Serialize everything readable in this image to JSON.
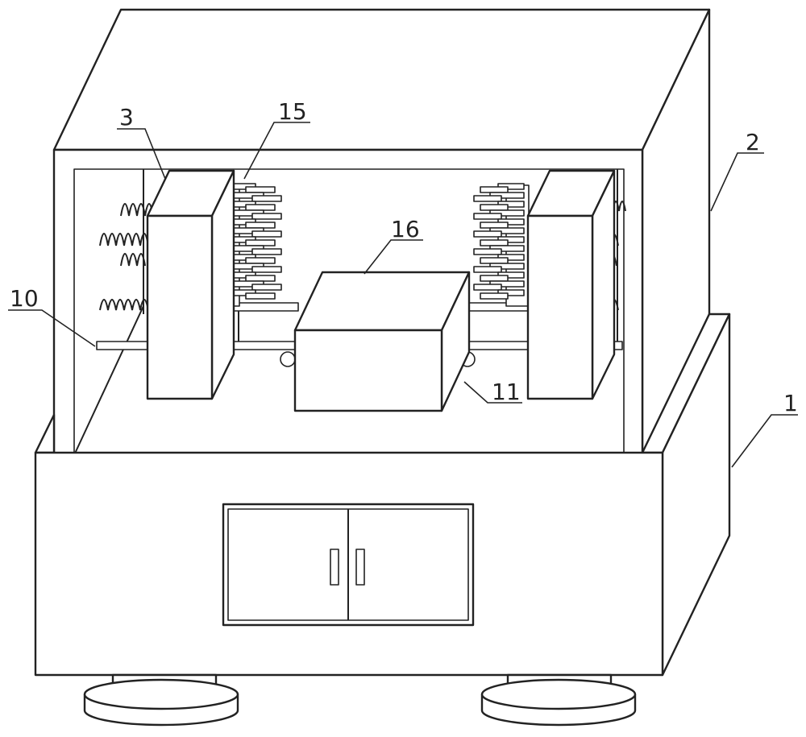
{
  "labels": {
    "base": "1",
    "cover": "2",
    "clamp_plate": "3",
    "rod": "10",
    "roller": "11",
    "brushes": "15",
    "block": "16"
  }
}
